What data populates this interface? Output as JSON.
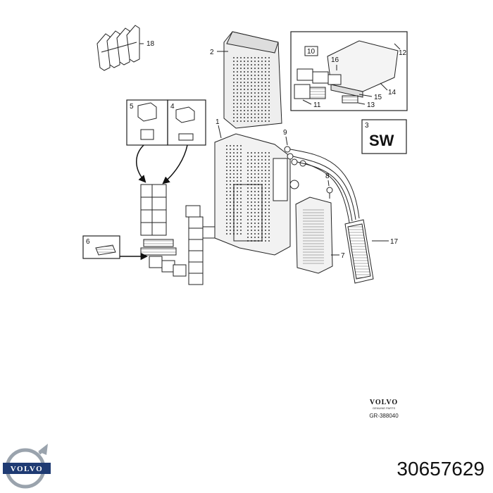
{
  "callouts": {
    "c1": "1",
    "c2": "2",
    "c3": "3",
    "c4": "4",
    "c5": "5",
    "c6": "6",
    "c7": "7",
    "c8": "8",
    "c9": "9",
    "c10": "10",
    "c11": "11",
    "c12": "12",
    "c13": "13",
    "c14": "14",
    "c15": "15",
    "c16": "16",
    "c17": "17",
    "c18": "18"
  },
  "box3_code": "SW",
  "brand_small": "VOLVO",
  "brand_small_sub": "GENUINE PARTS",
  "ref_code": "GR-388040",
  "logo_text": "VOLVO",
  "part_number": "30657629"
}
